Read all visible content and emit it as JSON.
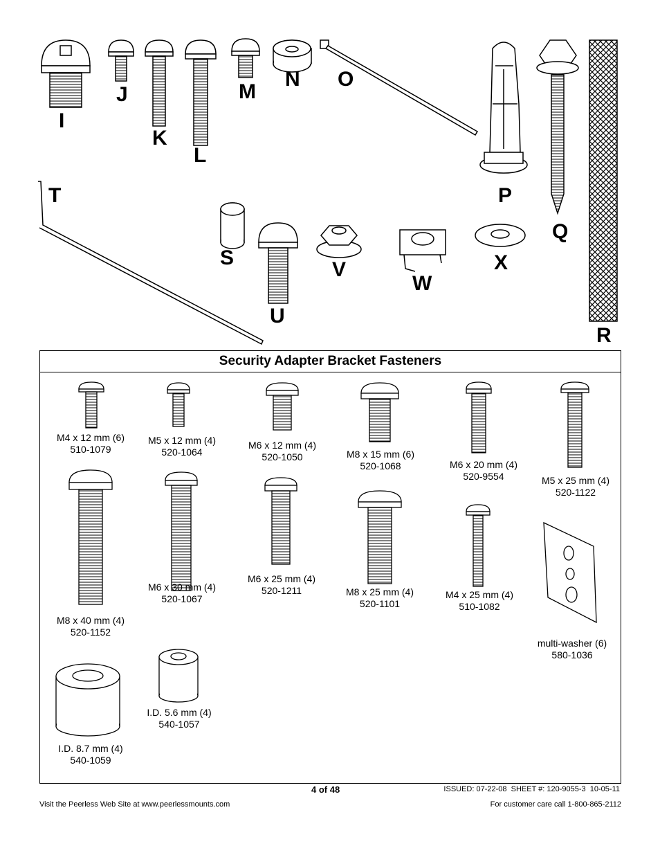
{
  "parts_letters": [
    "I",
    "J",
    "K",
    "L",
    "M",
    "N",
    "O",
    "P",
    "Q",
    "R",
    "S",
    "T",
    "U",
    "V",
    "W",
    "X"
  ],
  "panel": {
    "title": "Security Adapter Bracket Fasteners"
  },
  "fasteners": [
    {
      "size": "M4 x 12 mm (6)",
      "part": "510-1079"
    },
    {
      "size": "M5 x 12 mm (4)",
      "part": "520-1064"
    },
    {
      "size": "M6 x 12 mm (4)",
      "part": "520-1050"
    },
    {
      "size": "M8 x 15 mm (6)",
      "part": "520-1068"
    },
    {
      "size": "M6 x 20 mm (4)",
      "part": "520-9554"
    },
    {
      "size": "M5 x 25 mm (4)",
      "part": "520-1122"
    },
    {
      "size": "M8 x 40 mm (4)",
      "part": "520-1152"
    },
    {
      "size": "M6 x 30 mm (4)",
      "part": "520-1067"
    },
    {
      "size": "M6 x 25 mm (4)",
      "part": "520-1211"
    },
    {
      "size": "M8 x 25 mm (4)",
      "part": "520-1101"
    },
    {
      "size": "M4 x 25 mm (4)",
      "part": "510-1082"
    },
    {
      "size": "multi-washer (6)",
      "part": "580-1036"
    },
    {
      "size": "I.D. 8.7 mm (4)",
      "part": "540-1059"
    },
    {
      "size": "I.D. 5.6 mm (4)",
      "part": "540-1057"
    }
  ],
  "footer": {
    "page": "4 of 48",
    "issued": "ISSUED: 07-22-08  SHEET #: 120-9055-3  10-05-11",
    "website": "Visit the Peerless Web Site at www.peerlessmounts.com",
    "care": "For customer care call 1-800-865-2112"
  }
}
